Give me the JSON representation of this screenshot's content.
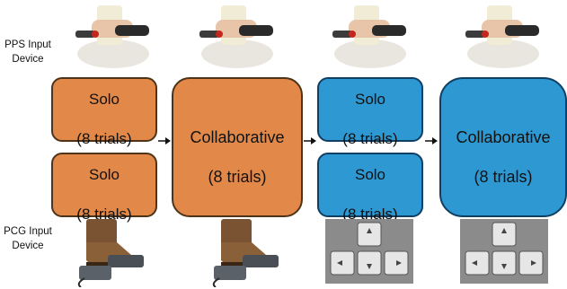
{
  "labels": {
    "pps": "PPS Input\nDevice",
    "pcg": "PCG Input\nDevice"
  },
  "stages": [
    {
      "type": "Solo",
      "trials": "(8 trials)",
      "color": "#e2894a"
    },
    {
      "type": "Collaborative",
      "trials": "(8 trials)",
      "color": "#e2894a"
    },
    {
      "type": "Solo",
      "trials": "(8 trials)",
      "color": "#2e98d2"
    },
    {
      "type": "Collaborative",
      "trials": "(8 trials)",
      "color": "#2e98d2"
    }
  ],
  "colors": {
    "orange": "#e2894a",
    "blue": "#2e98d2",
    "arrow": "#111111"
  },
  "icons": {
    "top": "hand-held-cylinder-device-icon",
    "bottom_left": "boot-on-foot-pedal-icon",
    "bottom_right": "arrow-keys-keyboard-icon"
  }
}
